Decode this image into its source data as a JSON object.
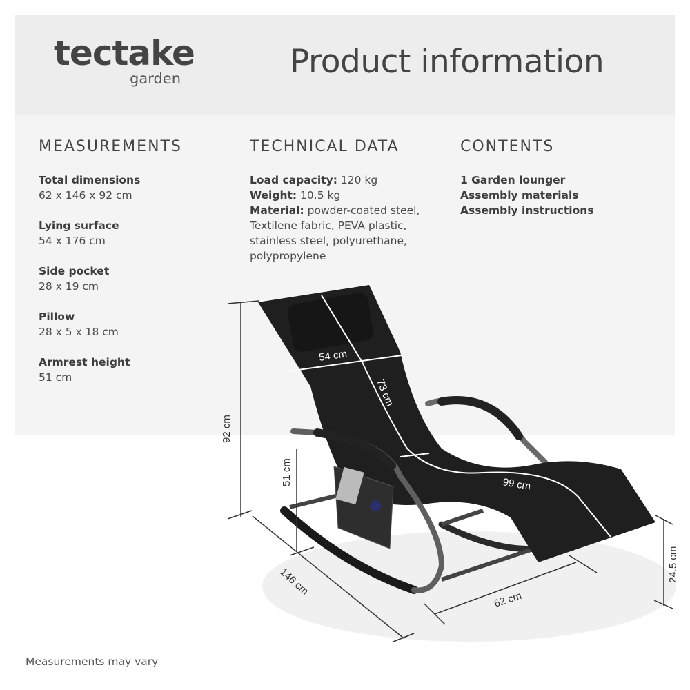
{
  "header": {
    "brand": "tectake",
    "brand_sub": "garden",
    "title": "Product information"
  },
  "measurements": {
    "heading": "MEASUREMENTS",
    "items": [
      {
        "label": "Total dimensions",
        "value": "62 x 146 x 92 cm"
      },
      {
        "label": "Lying surface",
        "value": "54 x 176 cm"
      },
      {
        "label": "Side pocket",
        "value": "28 x 19 cm"
      },
      {
        "label": "Pillow",
        "value": "28 x 5 x 18 cm"
      },
      {
        "label": "Armrest height",
        "value": "51 cm"
      }
    ]
  },
  "technical": {
    "heading": "TECHNICAL DATA",
    "load_label": "Load capacity:",
    "load_value": "120 kg",
    "weight_label": "Weight:",
    "weight_value": "10.5 kg",
    "material_label": "Material:",
    "material_lines": [
      "powder-coated steel,",
      "Textilene fabric, PEVA plastic,",
      "stainless steel, polyurethane,",
      "polypropylene"
    ]
  },
  "contents": {
    "heading": "CONTENTS",
    "items": [
      "1 Garden lounger",
      "Assembly materials",
      "Assembly instructions"
    ]
  },
  "diagram": {
    "dim_width": "54 cm",
    "dim_back": "73 cm",
    "dim_seat": "99 cm",
    "dim_height": "92 cm",
    "dim_armrest": "51 cm",
    "dim_length": "146 cm",
    "dim_depth": "62 cm",
    "dim_foot": "24.5 cm"
  },
  "footer": {
    "note": "Measurements may vary"
  }
}
